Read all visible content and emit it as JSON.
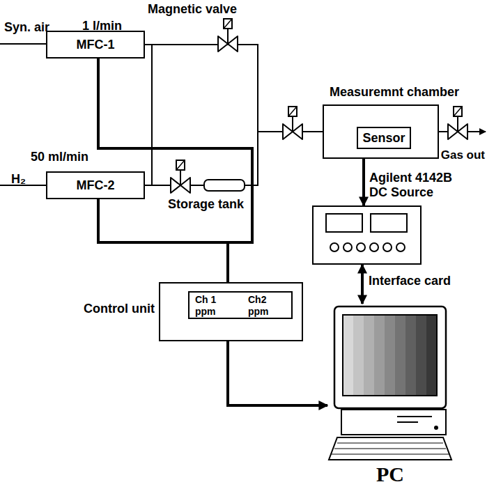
{
  "diagram": {
    "nodes": [
      {
        "text": [
          "MFC-1"
        ]
      },
      {
        "text": [
          "MFC-2"
        ]
      },
      {
        "text": [
          "Measuremnt chamber"
        ]
      },
      {
        "text": [
          "Sensor"
        ],
        "in": 2
      },
      {
        "text": [
          "Storage tank"
        ]
      },
      {
        "text": [
          "Agilent 4142B DC Source"
        ]
      },
      {
        "text": [
          "Control unit",
          "Ch 1",
          "Ch2",
          "ppm",
          "ppm"
        ]
      },
      {
        "text": [
          "PC"
        ]
      }
    ],
    "edges": [
      {
        "from": 0,
        "to": 2,
        "arrow": "none"
      },
      {
        "from": 1,
        "to": 4,
        "arrow": "none"
      },
      {
        "from": 4,
        "to": 2,
        "arrow": "none"
      },
      {
        "from": 3,
        "to": 5,
        "arrow": "both"
      },
      {
        "from": 5,
        "to": 7,
        "label": "Interface card",
        "arrow": "both"
      },
      {
        "from": 6,
        "to": 7,
        "arrow": "to"
      },
      {
        "from": 0,
        "to": 6,
        "arrow": "none"
      },
      {
        "from": 1,
        "to": 6,
        "arrow": "none"
      }
    ],
    "labels": [
      "Syn. air",
      "1 l/min",
      "Magnetic valve",
      "H₂",
      "50 ml/min",
      "Gas out"
    ]
  }
}
